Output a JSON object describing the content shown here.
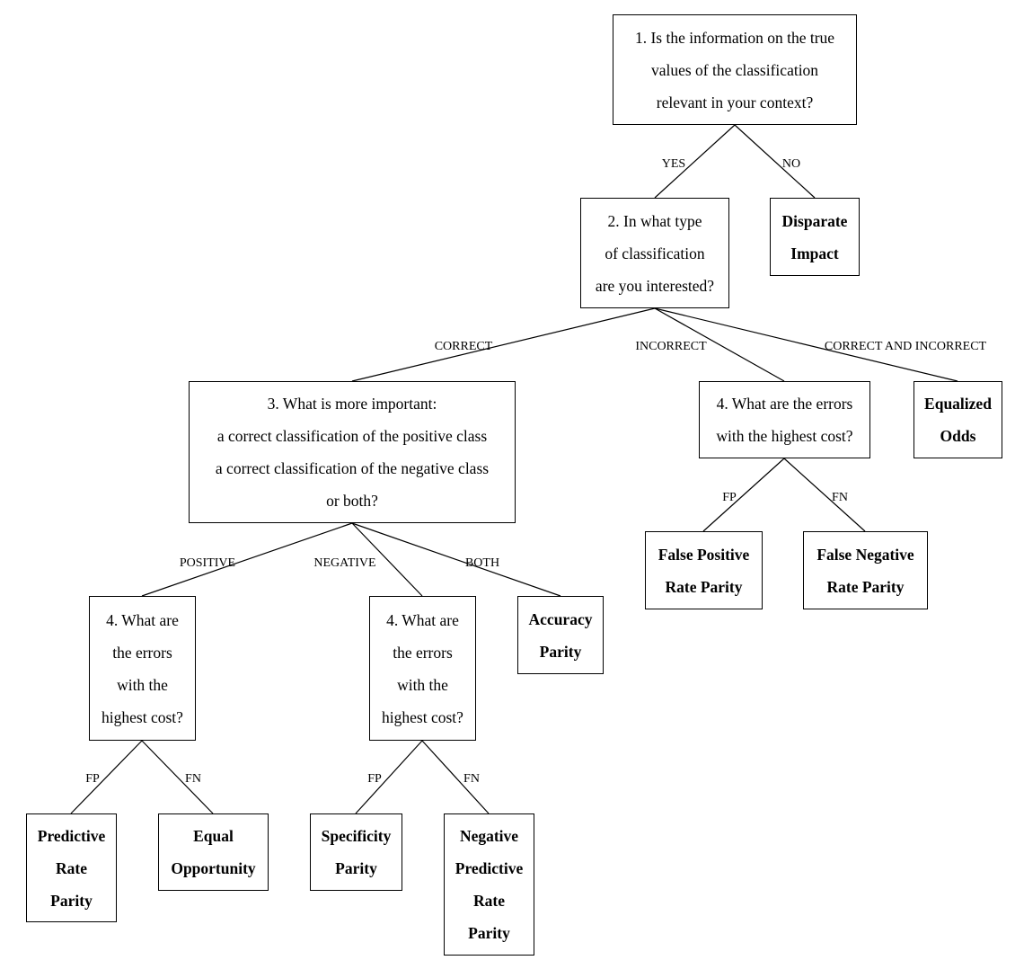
{
  "nodes": {
    "q1": [
      "1. Is the information on the true",
      "values of the classification",
      "relevant in your context?"
    ],
    "q2": [
      "2. In what type",
      "of classification",
      "are you interested?"
    ],
    "disparate_impact": [
      "Disparate",
      "Impact"
    ],
    "q3": [
      "3. What is more important:",
      "a correct classification of the positive class",
      "a correct classification of the negative class",
      "or both?"
    ],
    "q4_incorrect": [
      "4. What are the errors",
      "with the highest cost?"
    ],
    "equalized_odds": [
      "Equalized",
      "Odds"
    ],
    "fpr_parity": [
      "False Positive",
      "Rate Parity"
    ],
    "fnr_parity": [
      "False Negative",
      "Rate Parity"
    ],
    "q4_positive": [
      "4. What are",
      "the errors",
      "with the",
      "highest cost?"
    ],
    "q4_negative": [
      "4. What are",
      "the errors",
      "with the",
      "highest cost?"
    ],
    "accuracy_parity": [
      "Accuracy",
      "Parity"
    ],
    "predictive_rate_parity": [
      "Predictive",
      "Rate",
      "Parity"
    ],
    "equal_opportunity": [
      "Equal",
      "Opportunity"
    ],
    "specificity_parity": [
      "Specificity",
      "Parity"
    ],
    "npr_parity": [
      "Negative",
      "Predictive",
      "Rate",
      "Parity"
    ]
  },
  "edge_labels": {
    "yes": "YES",
    "no": "NO",
    "correct": "CORRECT",
    "incorrect": "INCORRECT",
    "correct_and_incorrect": "CORRECT AND INCORRECT",
    "positive": "POSITIVE",
    "negative": "NEGATIVE",
    "both": "BOTH",
    "fp_incorrect": "FP",
    "fn_incorrect": "FN",
    "fp_positive": "FP",
    "fn_positive": "FN",
    "fp_negative": "FP",
    "fn_negative": "FN"
  }
}
